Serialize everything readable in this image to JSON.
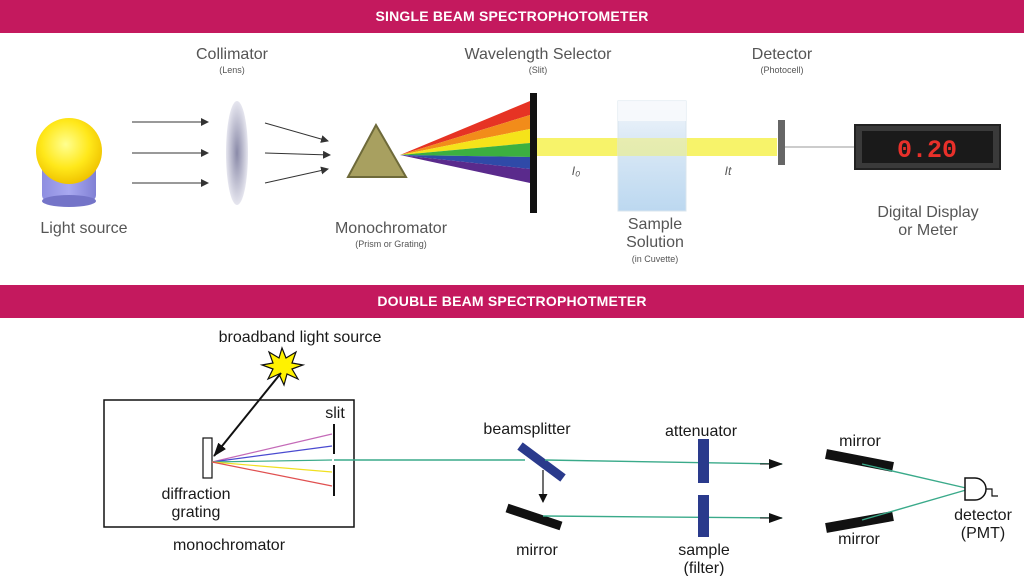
{
  "single": {
    "title": "SINGLE BEAM SPECTROPHOTOMETER",
    "collimator": "Collimator",
    "collimator_sub": "(Lens)",
    "wavelength_selector": "Wavelength Selector",
    "wavelength_selector_sub": "(Slit)",
    "detector": "Detector",
    "detector_sub": "(Photocell)",
    "light_source": "Light source",
    "monochromator": "Monochromator",
    "monochromator_sub": "(Prism or Grating)",
    "sample_line1": "Sample",
    "sample_line2": "Solution",
    "sample_sub": "(in Cuvette)",
    "i0": "I₀",
    "it": "It",
    "display_value": "0.20",
    "display_line1": "Digital Display",
    "display_line2": "or Meter"
  },
  "double": {
    "title": "DOUBLE BEAM SPECTROPHOTMETER",
    "light_source": "broadband light source",
    "slit": "slit",
    "grating_line1": "diffraction",
    "grating_line2": "grating",
    "monochromator": "monochromator",
    "beamsplitter": "beamsplitter",
    "mirror_bottom": "mirror",
    "attenuator": "attenuator",
    "sample_line1": "sample",
    "sample_line2": "(filter)",
    "mirror_top_right": "mirror",
    "mirror_bottom_right": "mirror",
    "detector_line1": "detector",
    "detector_line2": "(PMT)"
  },
  "colors": {
    "banner": "#c4195e",
    "beam_green": "#3aaa8a",
    "optic_blue": "#2a3a8c",
    "display_red": "#e8302a"
  }
}
